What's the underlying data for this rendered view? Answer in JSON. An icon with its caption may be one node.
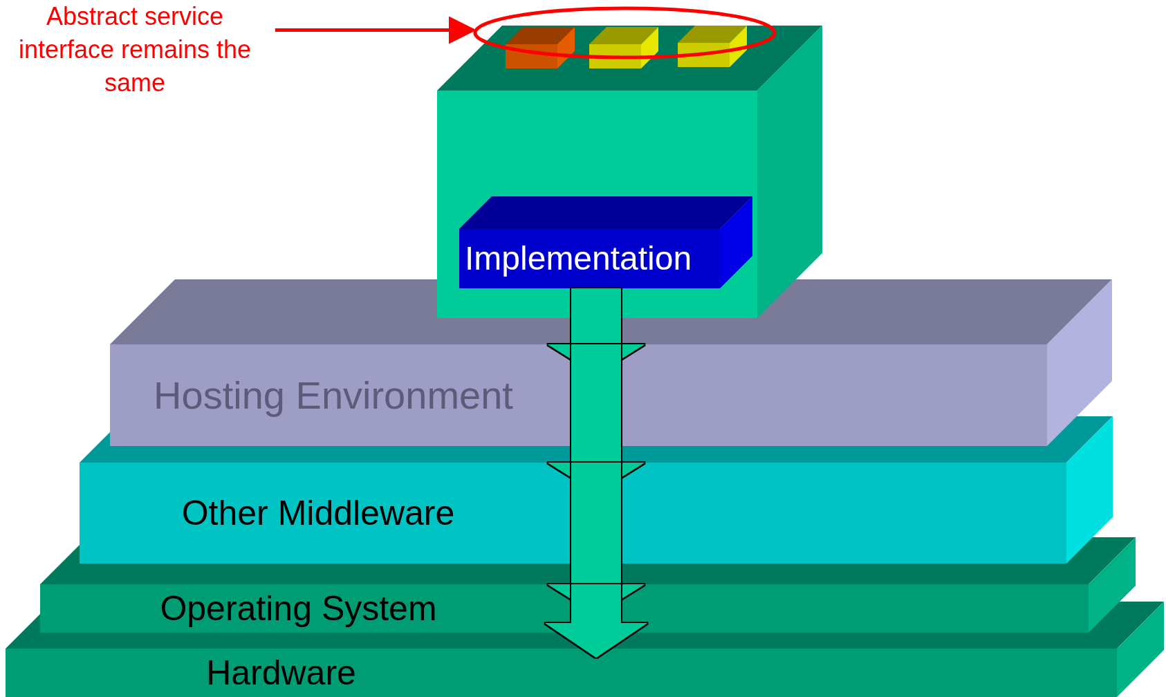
{
  "diagram": {
    "nodes": [
      {
        "text": [
          "Abstract service interface remains the same"
        ]
      },
      {
        "text": [],
        "shape": "ellipse"
      },
      {
        "text": [],
        "shape": "box"
      },
      {
        "text": [],
        "shape": "box"
      },
      {
        "text": [],
        "shape": "box"
      },
      {
        "text": [],
        "shape": "box"
      },
      {
        "text": [
          "Implementation"
        ],
        "in": 2
      },
      {
        "text": [
          "Hosting Environment"
        ]
      },
      {
        "text": [
          "Other Middleware"
        ]
      },
      {
        "text": [
          "Operating System"
        ]
      },
      {
        "text": [
          "Hardware"
        ]
      }
    ],
    "edges": [
      {
        "from": 0,
        "to": 1,
        "arrow": "to",
        "color": "#ff0000"
      },
      {
        "from": 6,
        "to": 7,
        "arrow": "to"
      },
      {
        "from": 7,
        "to": 8,
        "arrow": "to"
      },
      {
        "from": 8,
        "to": 9,
        "arrow": "to"
      },
      {
        "from": 9,
        "to": 10,
        "arrow": "to"
      }
    ]
  }
}
